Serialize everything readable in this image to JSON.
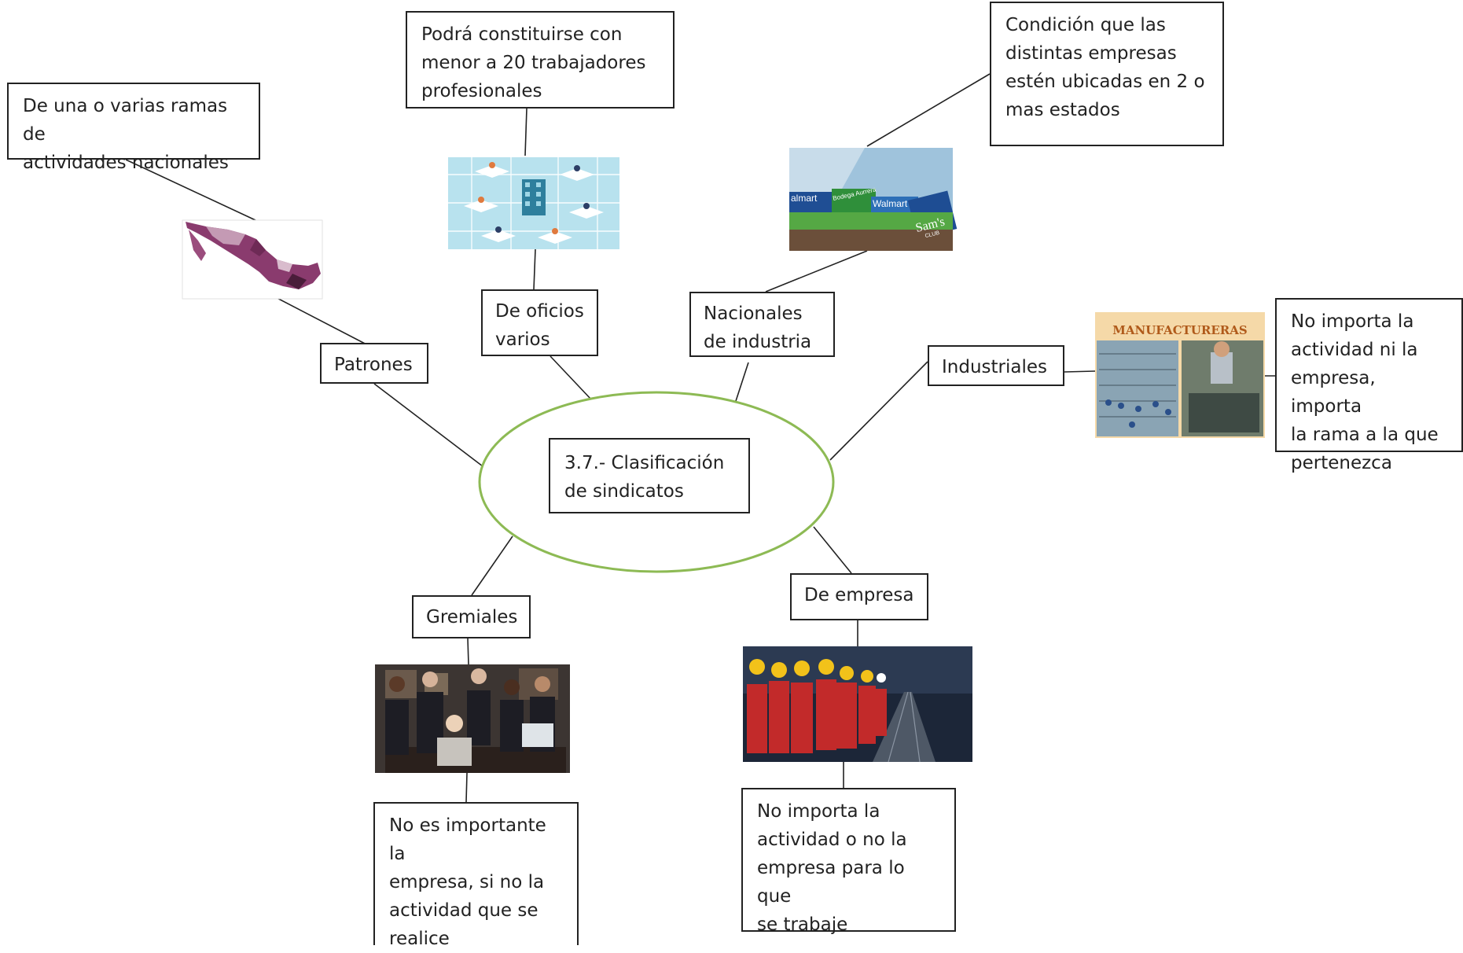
{
  "center": {
    "title": "3.7.- Clasificación\nde sindicatos"
  },
  "branches": {
    "patrones": {
      "label": "Patrones",
      "description": "De una o varias ramas de\nactividades nacionales"
    },
    "oficios": {
      "label": "De oficios\nvarios",
      "description": "Podrá constituirse con\nmenor a 20 trabajadores\nprofesionales"
    },
    "nacionales": {
      "label": "Nacionales\nde industria",
      "description": "Condición que las\ndistintas empresas\nestén ubicadas en 2 o\nmas estados"
    },
    "industriales": {
      "label": "Industriales",
      "description": "No importa la\nactividad ni la\nempresa, importa\nla rama a la que\npertenezca"
    },
    "gremiales": {
      "label": "Gremiales",
      "description": "No es importante la\nempresa, si no la\nactividad que se\nrealice"
    },
    "empresa": {
      "label": "De empresa",
      "description": "No importa la\nactividad o no la\nempresa para lo que\nse trabaje"
    }
  },
  "images": {
    "walmart_sign_1": "almart",
    "walmart_sign_2": "Bodega Aurrera",
    "walmart_sign_3": "Walmart",
    "sams_sign": "Sam's",
    "sams_sub": "CLUB",
    "manufactureras": "MANUFACTURERAS"
  },
  "colors": {
    "ellipse": "#8dba54",
    "lines": "#222222",
    "mexico_map": "#8a3b6e"
  }
}
